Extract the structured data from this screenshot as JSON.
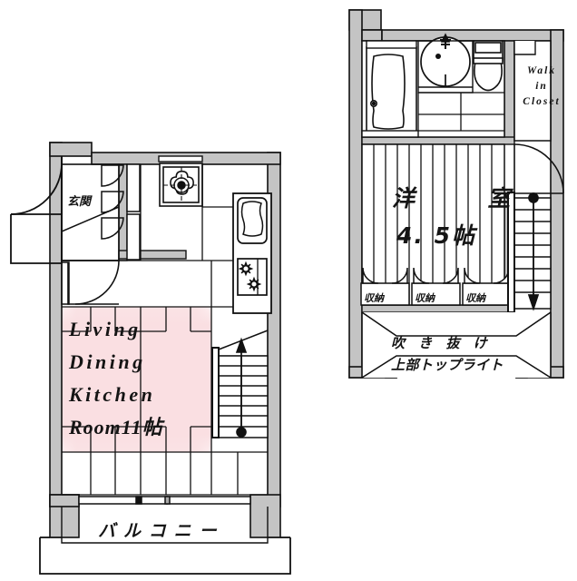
{
  "document": {
    "type": "floor-plan",
    "title": "間取り図",
    "plans": [
      "lower-floor",
      "upper-floor"
    ]
  },
  "colors": {
    "wall_fill": "#c4c4c4",
    "line": "#111111",
    "highlight_room": "#fadfe2",
    "background": "#ffffff"
  },
  "left_plan": {
    "name": "lower-floor-plan",
    "labels": {
      "entrance": "玄関",
      "ldk_line1": "Living",
      "ldk_line2": "Dining",
      "ldk_line3": "Kitchen",
      "ldk_line4": "Room11帖",
      "balcony": "バルコニー"
    },
    "fixtures": [
      "entrance-door",
      "washing-machine-pan",
      "kitchen-sink",
      "gas-stove-2-burner",
      "staircase-up",
      "balcony-sliding-door"
    ]
  },
  "right_plan": {
    "name": "upper-floor-plan",
    "labels": {
      "bedroom": "洋  室",
      "bedroom_size": "4. 5帖",
      "walk_in_closet_line1": "Walk",
      "walk_in_closet_line2": "in",
      "walk_in_closet_line3": "Closet",
      "void_line1": "吹 き 抜 け",
      "void_line2": "上部トップライト",
      "storage_1": "収納",
      "storage_2": "収納",
      "storage_3": "収納"
    },
    "fixtures": [
      "bathtub",
      "washbasin-round",
      "toilet",
      "walk-in-closet-door",
      "staircase-down",
      "storage-closet-1",
      "storage-closet-2",
      "storage-closet-3"
    ]
  }
}
